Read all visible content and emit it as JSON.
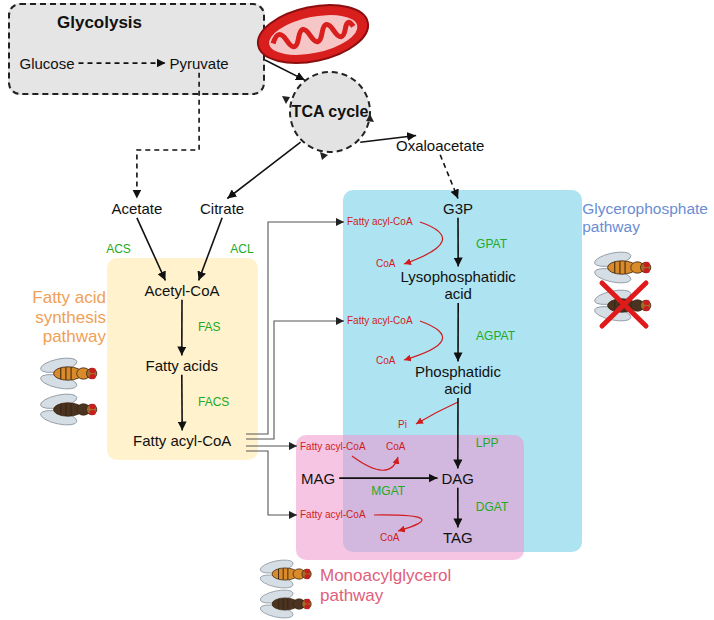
{
  "diagram": {
    "nodes": [
      {
        "text": [
          "Glycolysis"
        ]
      },
      {
        "text": [
          "Glucose"
        ],
        "in": 0
      },
      {
        "text": [
          "Pyruvate"
        ],
        "in": 0
      },
      {
        "text": [
          "TCA cycle"
        ]
      },
      {
        "text": [
          "Oxaloacetate"
        ]
      },
      {
        "text": [
          "Acetate"
        ]
      },
      {
        "text": [
          "Citrate"
        ]
      },
      {
        "text": [
          "Fatty acid synthesis pathway"
        ]
      },
      {
        "text": [
          "Acetyl-CoA"
        ],
        "in": 7
      },
      {
        "text": [
          "Fatty acids"
        ],
        "in": 7
      },
      {
        "text": [
          "Fatty acyl-CoA"
        ],
        "in": 7
      },
      {
        "text": [
          "Glycerophosphate pathway"
        ]
      },
      {
        "text": [
          "G3P"
        ],
        "in": 11
      },
      {
        "text": [
          "Lysophosphatidic acid"
        ],
        "in": 11
      },
      {
        "text": [
          "Phosphatidic acid"
        ],
        "in": 11
      },
      {
        "text": [
          "Monoacylglycerol pathway"
        ]
      },
      {
        "text": [
          "MAG"
        ],
        "in": 15
      },
      {
        "text": [
          "DAG"
        ],
        "in": 15
      },
      {
        "text": [
          "TAG"
        ],
        "in": 15
      }
    ],
    "edges": [
      {
        "from": 1,
        "to": 2,
        "arrow": "to"
      },
      {
        "from": 0,
        "to": 3,
        "arrow": "to"
      },
      {
        "from": 2,
        "to": 5,
        "arrow": "to"
      },
      {
        "from": 3,
        "to": 6,
        "arrow": "to"
      },
      {
        "from": 3,
        "to": 4,
        "arrow": "to"
      },
      {
        "from": 4,
        "to": 12,
        "arrow": "to"
      },
      {
        "from": 5,
        "to": 8,
        "label": "ACS",
        "arrow": "to"
      },
      {
        "from": 6,
        "to": 8,
        "label": "ACL",
        "arrow": "to"
      },
      {
        "from": 8,
        "to": 9,
        "label": "FAS",
        "arrow": "to"
      },
      {
        "from": 9,
        "to": 10,
        "label": "FACS",
        "arrow": "to"
      },
      {
        "from": 12,
        "to": 13,
        "label": "GPAT",
        "arrow": "to"
      },
      {
        "from": 13,
        "to": 14,
        "label": "AGPAT",
        "arrow": "to"
      },
      {
        "from": 14,
        "to": 17,
        "label": "LPP",
        "arrow": "to"
      },
      {
        "from": 16,
        "to": 17,
        "label": "MGAT",
        "arrow": "to"
      },
      {
        "from": 17,
        "to": 18,
        "label": "DGAT",
        "arrow": "to"
      }
    ],
    "labels": [
      "Fatty acyl-CoA",
      "CoA",
      "Fatty acyl-CoA",
      "CoA",
      "Pi",
      "Fatty acyl-CoA",
      "CoA",
      "Fatty acyl-CoA",
      "CoA"
    ]
  }
}
